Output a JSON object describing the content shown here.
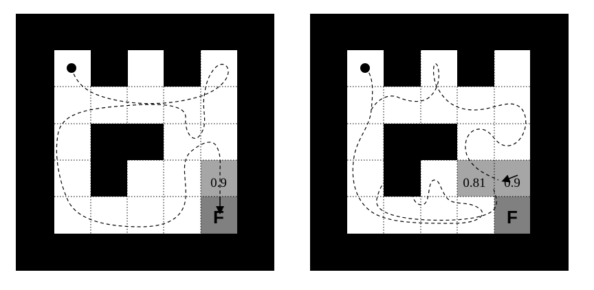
{
  "panels": [
    {
      "goal_label": "F",
      "value_labels": [
        "0.9"
      ]
    },
    {
      "goal_label": "F",
      "value_labels": [
        "0.81",
        "0.9"
      ]
    }
  ]
}
